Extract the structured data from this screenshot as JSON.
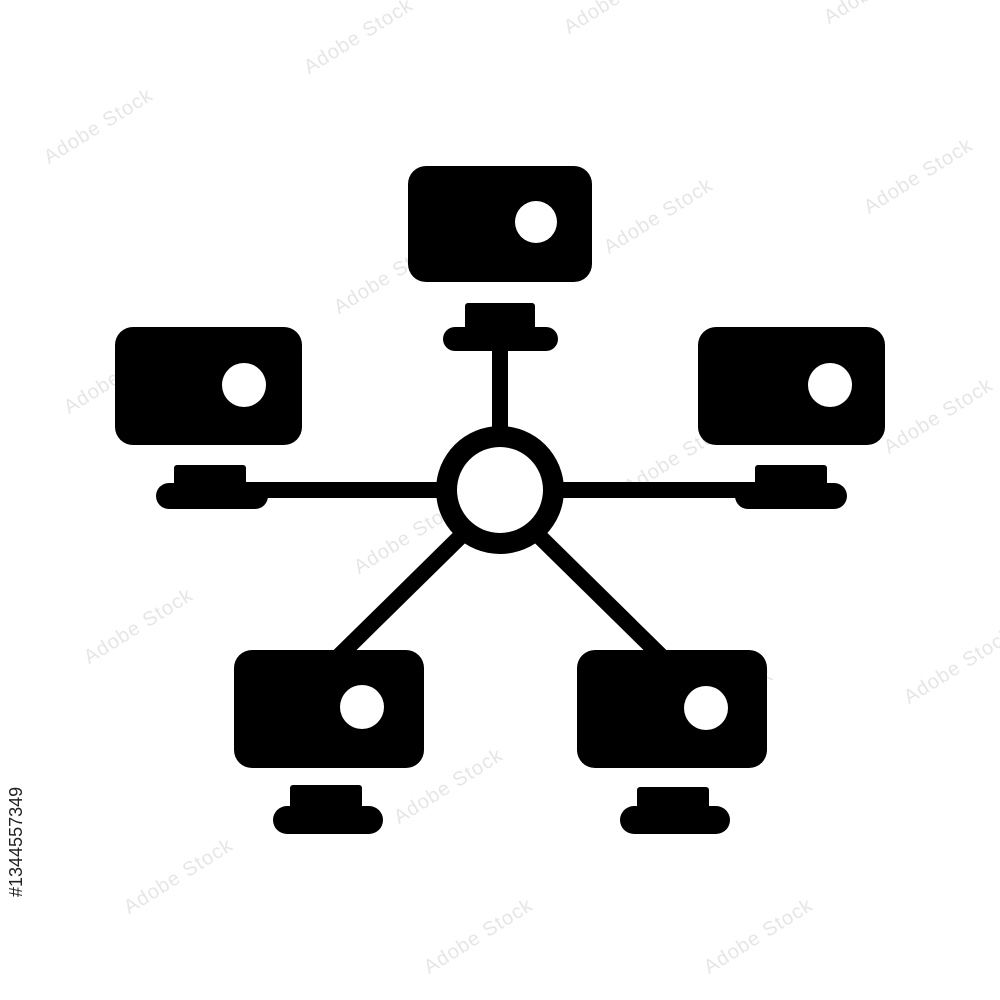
{
  "watermark": {
    "text": "Adobe Stock"
  },
  "stock_id": "#1344557349",
  "colors": {
    "foreground": "#000000",
    "background": "#ffffff",
    "watermark": "#e6e6e6"
  },
  "icon": {
    "name": "network-topology-icon",
    "hub": "hub-node",
    "monitors": [
      "monitor-top",
      "monitor-left",
      "monitor-right",
      "monitor-bottom-left",
      "monitor-bottom-right"
    ]
  }
}
